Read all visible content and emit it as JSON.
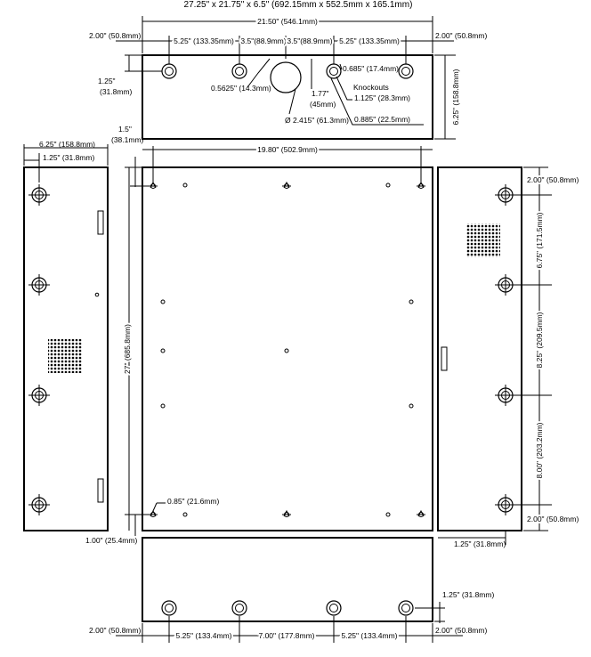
{
  "title": "27.25\" x 21.75\" x 6.5\" (692.15mm x 552.5mm x 165.1mm)",
  "top_view": {
    "overall_width": "21.50\" (546.1mm)",
    "left_edge_offset": "2.00\" (50.8mm)",
    "right_edge_offset": "2.00\" (50.8mm)",
    "spacing_1": "5.25\" (133.35mm)",
    "spacing_2": "3.5\"(88.9mm)",
    "spacing_3": "3.5\"(88.9mm)",
    "spacing_4": "5.25\" (133.35mm)",
    "hole_depth_in": "1.25\"",
    "hole_depth_mm": "(31.8mm)",
    "height": "6.25\" (158.8mm)",
    "small_ko": "0.5625\" (14.3mm)",
    "center_height_in": "1.77\"",
    "center_height_mm": "(45mm)",
    "large_ko": "Ø 2.415\" (61.3mm)",
    "ko_label": "Knockouts",
    "ko_1": "0.685\" (17.4mm)",
    "ko_2": "1.125\" (28.3mm)",
    "ko_3": "0.885\" (22.5mm)"
  },
  "left_view": {
    "width": "6.25\" (158.8mm)",
    "hole_offset": "1.25\" (31.8mm)"
  },
  "front_view": {
    "top_offset_in": "1.5\"",
    "top_offset_mm": "(38.1mm)",
    "width": "19.80\" (502.9mm)",
    "height": "27\" (685.8mm)",
    "hole_label": "0.85\" (21.6mm)",
    "bottom_offset": "1.00\" (25.4mm)"
  },
  "right_view": {
    "top_offset": "2.00\" (50.8mm)",
    "spacing_1": "6.75\" (171.5mm)",
    "spacing_2": "8.25\" (209.5mm)",
    "spacing_3": "8.00\" (203.2mm)",
    "bottom_offset": "2.00\" (50.8mm)",
    "hole_offset": "1.25\" (31.8mm)"
  },
  "bottom_view": {
    "hole_height": "1.25\" (31.8mm)",
    "left_edge_offset": "2.00\" (50.8mm)",
    "right_edge_offset": "2.00\" (50.8mm)",
    "spacing_1": "5.25\" (133.4mm)",
    "spacing_2": "7.00\" (177.8mm)",
    "spacing_3": "5.25\" (133.4mm)"
  }
}
